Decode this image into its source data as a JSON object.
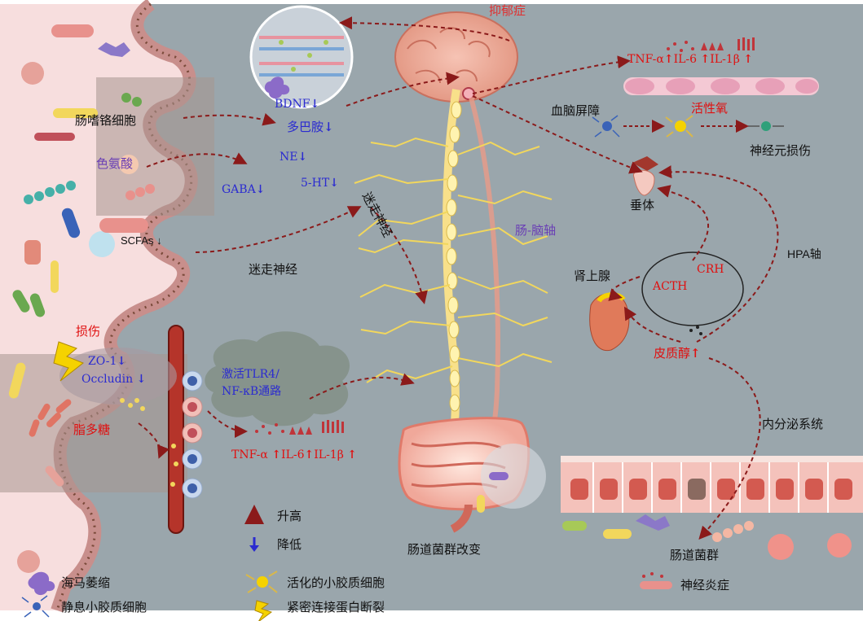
{
  "title": "抑郁症",
  "gut": {
    "ec_cell": "肠嗜铬细胞",
    "tryptophan": "色氨酸",
    "scfas": "SCFAs",
    "damage": "损伤",
    "zo1": "ZO-1",
    "occludin": "Occludin",
    "lps": "脂多糖",
    "vagus_lower": "迷走神经"
  },
  "neuro": {
    "bdnf": "BDNF",
    "dopamine": "多巴胺",
    "ne": "NE",
    "gaba": "GABA",
    "serotonin": "5-HT"
  },
  "axis": {
    "vagus_upper": "迷走神经",
    "gut_brain_axis": "肠-脑轴",
    "microbiota_change": "肠道菌群改变"
  },
  "immune": {
    "activation": "激活TLR4/",
    "pathway": "NF-κB通路",
    "tnf": "TNF-α",
    "il6": "IL-6",
    "il1b": "IL-1β"
  },
  "brain": {
    "bbb": "血脑屏障",
    "ros": "活性氧",
    "neuron_injury": "神经元损伤"
  },
  "hpa": {
    "pituitary": "垂体",
    "hpa_axis": "HPA轴",
    "crh": "CRH",
    "acth": "ACTH",
    "adrenal": "肾上腺",
    "cortisol": "皮质醇",
    "endocrine": "内分泌系统",
    "gut_microbiota": "肠道菌群"
  },
  "legend": {
    "up": "升高",
    "down": "降低",
    "hippocampus": "海马萎缩",
    "resting_microglia": "静息小胶质细胞",
    "activated_microglia": "活化的小胶质细胞",
    "tight_junction": "紧密连接蛋白断裂",
    "neuroinflammation": "神经炎症"
  },
  "colors": {
    "background": "#9aa6ac",
    "arrow": "#8b1a1a",
    "red_text": "#e01010",
    "blue_text": "#2b2bd0",
    "up_arrow": "#e01010",
    "down_arrow": "#2b2bd0"
  }
}
